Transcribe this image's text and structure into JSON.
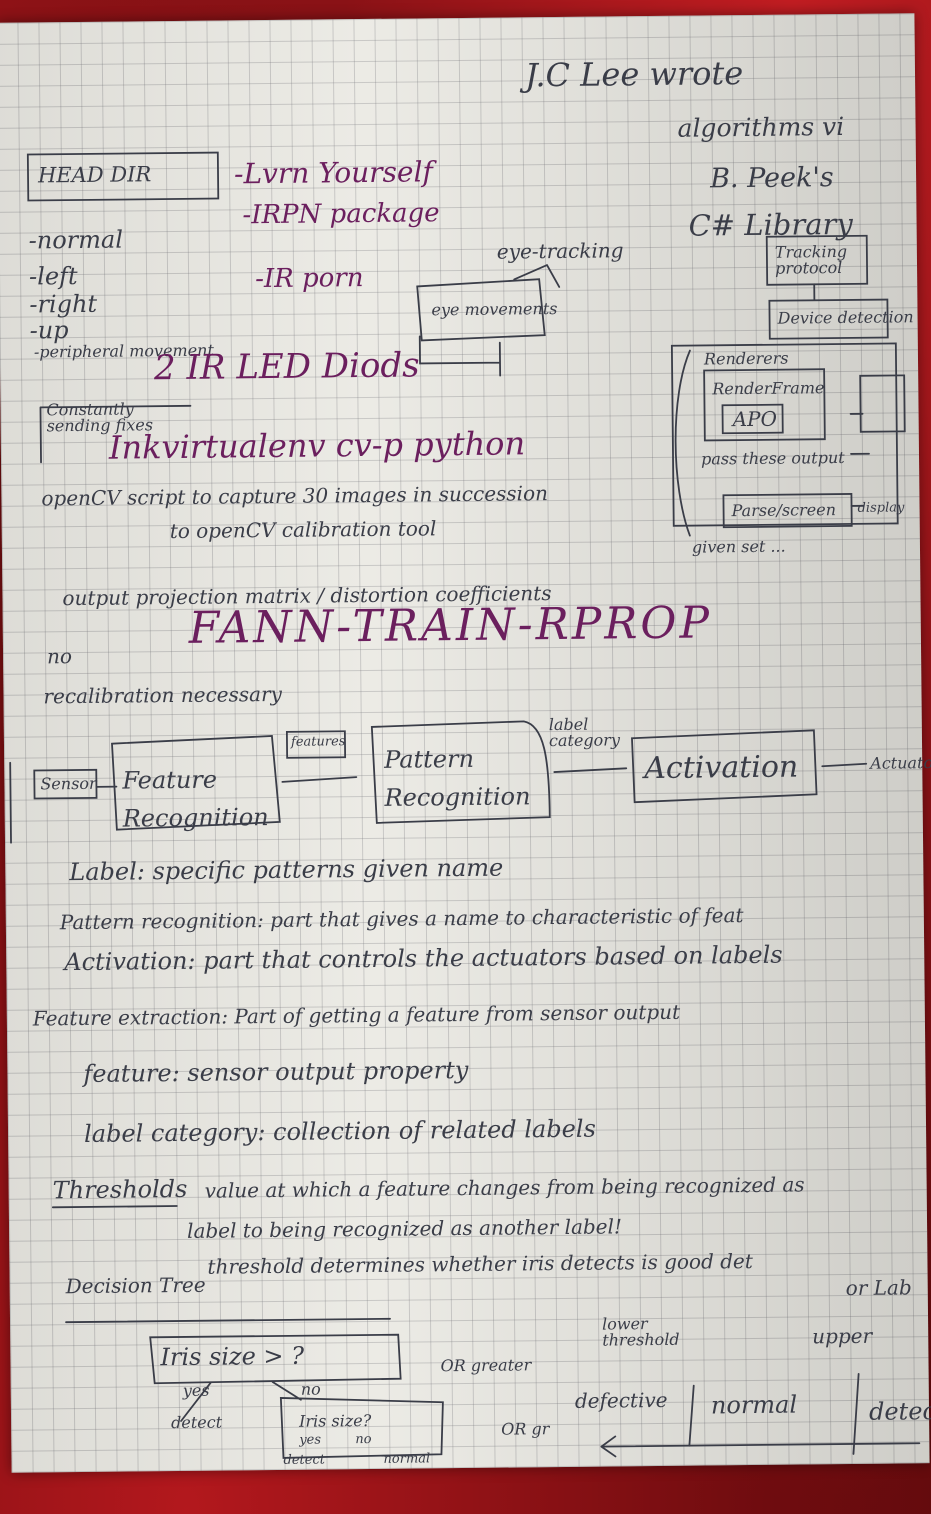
{
  "header": {
    "author_note": [
      "J.C Lee wrote",
      "algorithms vi",
      "B. Peek's",
      "C# Library"
    ]
  },
  "head_dir": {
    "title": "HEAD DIR",
    "items": [
      "-normal",
      "-left",
      "-right",
      "-up",
      "-peripheral movement"
    ]
  },
  "purple_notes": [
    "-Lvrn Yourself",
    "-IRPN package",
    "-IR porn",
    "2 IR LED Diods",
    "Inkvirtualenv cv-p python"
  ],
  "eye_tracking": {
    "label": "eye-tracking",
    "box": "eye movements"
  },
  "constantly_box": "Constantly sending fixes",
  "right_diagram": {
    "top_box": "Tracking protocol",
    "mid_box": "Device detection",
    "renderers": "Renderers",
    "render_frame": "RenderFrame",
    "apo": "APO",
    "post": "pass these output",
    "parse": "Parse/screen",
    "display": "display",
    "given": "given set ..."
  },
  "opencv": {
    "line1": "openCV script to capture 30 images in succession",
    "line2": "to openCV calibration tool",
    "line3": "output projection matrix / distortion coefficients",
    "no": "no",
    "recal": "recalibration necessary"
  },
  "fann": "FANN-TRAIN-RPROP",
  "flow": {
    "sensor": "Sensor",
    "feature": "Feature Recognition",
    "features": "features",
    "pattern": "Pattern Recognition",
    "label_cat": "label category",
    "activation": "Activation",
    "actuator": "Actuator"
  },
  "definitions": [
    "Label: specific patterns given name",
    "Pattern recognition: part that gives a name to characteristic of feat",
    "Activation: part that controls the actuators based on labels",
    "Feature extraction: Part of getting a feature from sensor output",
    "feature: sensor output property",
    "label category: collection of related labels",
    "value at which a feature changes from being recognized as",
    "label to being recognized as another label!",
    "threshold determines whether iris detects is good det",
    "or Lab"
  ],
  "thresholds_label": "Thresholds",
  "tree": {
    "title": "Decision Tree",
    "root": "Iris size > ?",
    "yes": "yes",
    "no": "no",
    "detect": "detect",
    "child": "Iris size?",
    "yes2": "yes",
    "no2": "no",
    "detect2": "detect",
    "normal2": "normal",
    "or_greater": "OR greater",
    "or_gr": "OR gr",
    "lower_threshold": "lower threshold",
    "upper": "upper",
    "defective": "defective",
    "normal": "normal",
    "detect_end": "detect"
  },
  "colors": {
    "ink": "#3a3d48",
    "purple": "#6b1f5e",
    "paper": "#ebeae4",
    "grid": "#9a9aa2",
    "fabric": "#9b1519"
  }
}
